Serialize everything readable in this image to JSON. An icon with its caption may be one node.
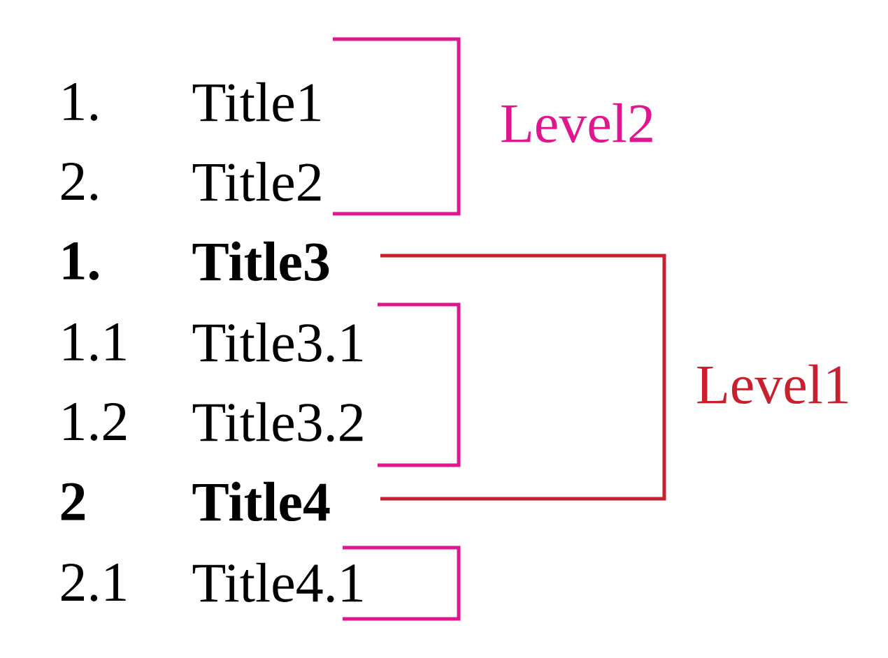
{
  "diagram": {
    "labels": [
      "1.",
      "Title1",
      "Level2",
      "2.",
      "Title2",
      "1.",
      "Title3",
      "1.1",
      "Title3.1",
      "Level1",
      "1.2",
      "Title3.2",
      "2",
      "Title4",
      "2.1",
      "Title4.1"
    ]
  }
}
